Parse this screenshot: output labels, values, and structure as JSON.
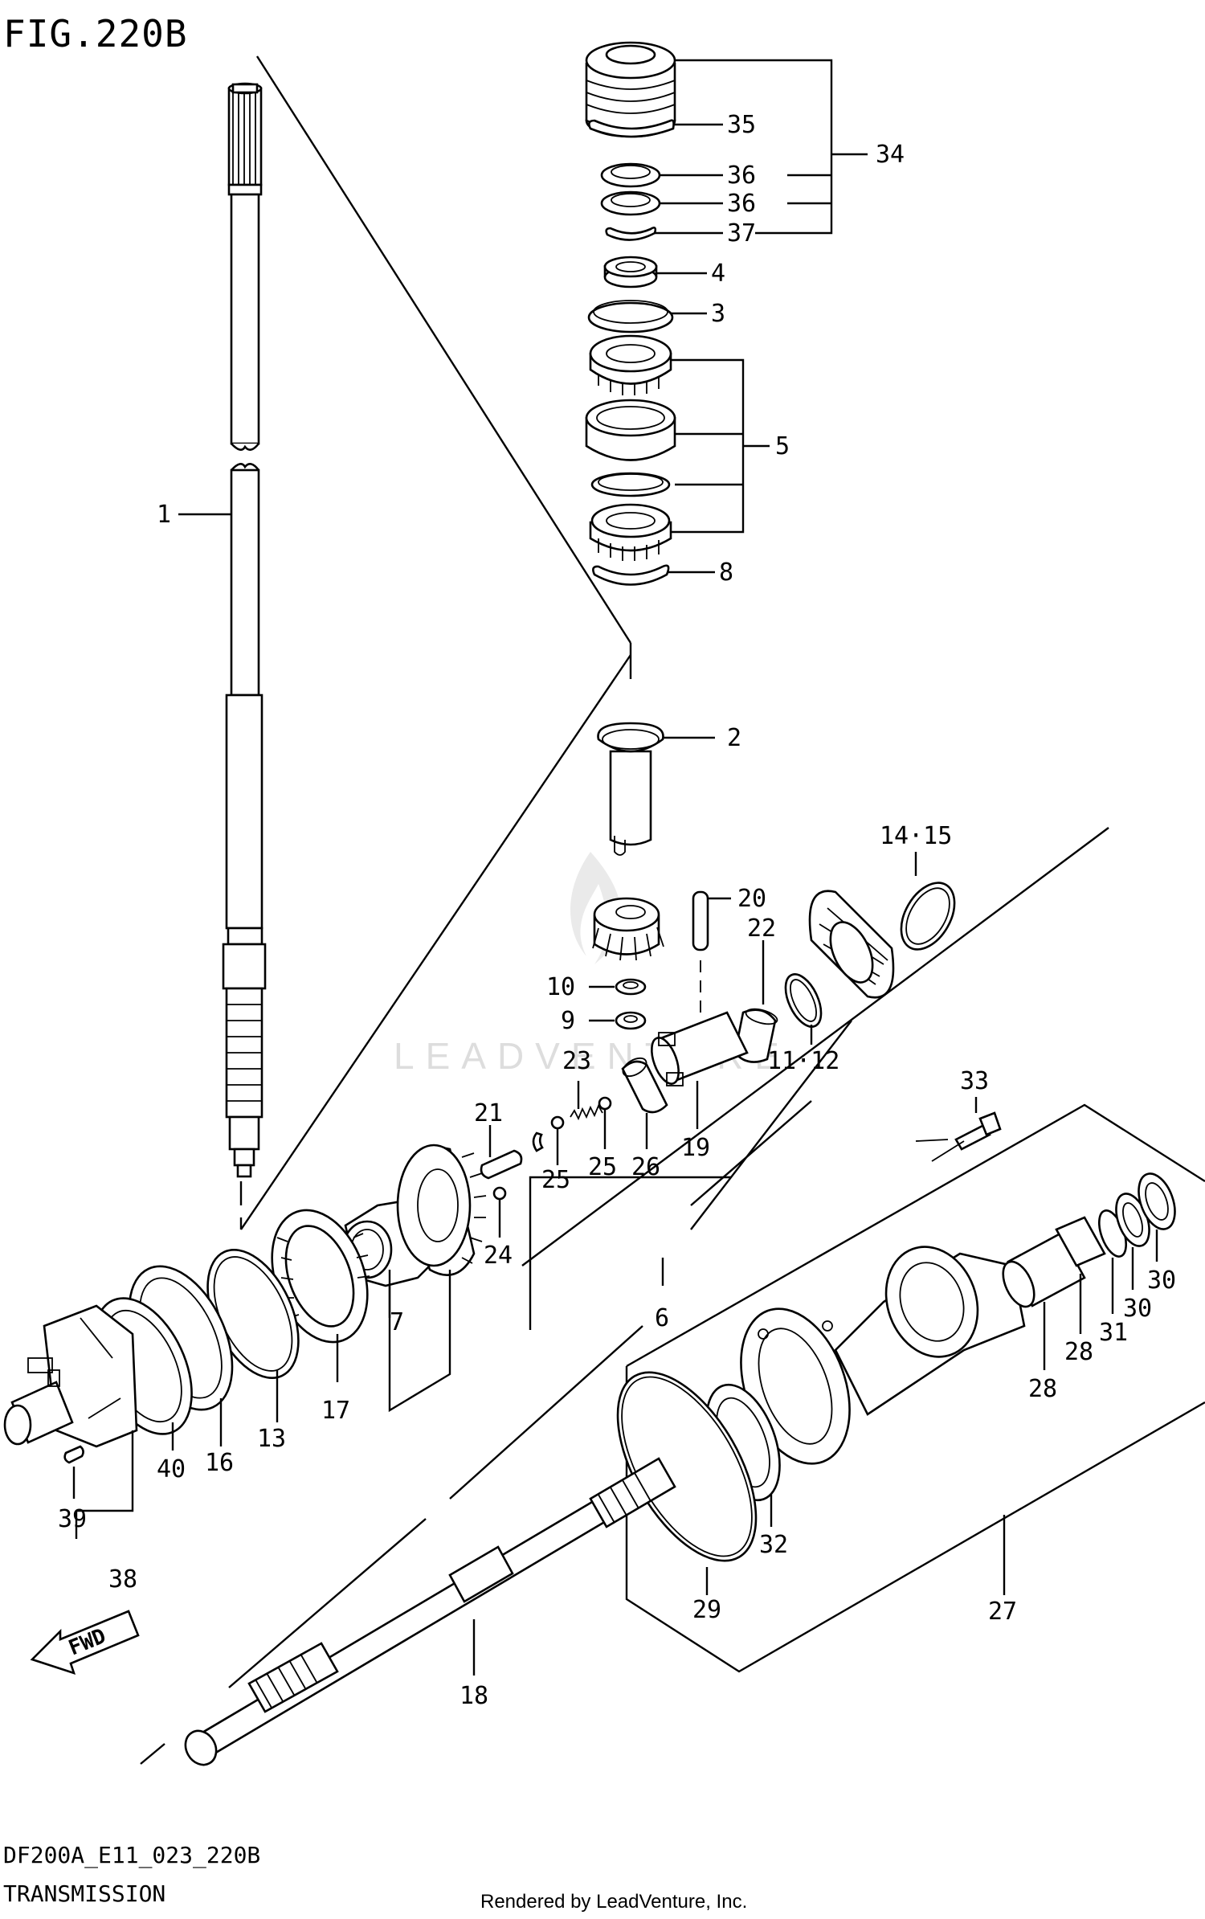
{
  "figure_title": "FIG.220B",
  "diagram_code": "DF200A_E11_023_220B",
  "section_title": "TRANSMISSION",
  "credit": "Rendered by LeadVenture, Inc.",
  "watermark": "LEADVENTURE",
  "fwd_label": "FWD",
  "callouts": [
    {
      "id": "c1",
      "text": "1"
    },
    {
      "id": "c2",
      "text": "2"
    },
    {
      "id": "c3",
      "text": "3"
    },
    {
      "id": "c4",
      "text": "4"
    },
    {
      "id": "c5",
      "text": "5"
    },
    {
      "id": "c6",
      "text": "6"
    },
    {
      "id": "c7",
      "text": "7"
    },
    {
      "id": "c8",
      "text": "8"
    },
    {
      "id": "c9",
      "text": "9"
    },
    {
      "id": "c10",
      "text": "10"
    },
    {
      "id": "c11",
      "text": "11·12"
    },
    {
      "id": "c13",
      "text": "13"
    },
    {
      "id": "c14",
      "text": "14·15"
    },
    {
      "id": "c16",
      "text": "16"
    },
    {
      "id": "c17",
      "text": "17"
    },
    {
      "id": "c18",
      "text": "18"
    },
    {
      "id": "c19",
      "text": "19"
    },
    {
      "id": "c20",
      "text": "20"
    },
    {
      "id": "c21",
      "text": "21"
    },
    {
      "id": "c22",
      "text": "22"
    },
    {
      "id": "c23",
      "text": "23"
    },
    {
      "id": "c24",
      "text": "24"
    },
    {
      "id": "c25a",
      "text": "25"
    },
    {
      "id": "c25b",
      "text": "25"
    },
    {
      "id": "c26",
      "text": "26"
    },
    {
      "id": "c27",
      "text": "27"
    },
    {
      "id": "c28a",
      "text": "28"
    },
    {
      "id": "c28b",
      "text": "28"
    },
    {
      "id": "c29",
      "text": "29"
    },
    {
      "id": "c30a",
      "text": "30"
    },
    {
      "id": "c30b",
      "text": "30"
    },
    {
      "id": "c31",
      "text": "31"
    },
    {
      "id": "c32",
      "text": "32"
    },
    {
      "id": "c33",
      "text": "33"
    },
    {
      "id": "c34",
      "text": "34"
    },
    {
      "id": "c35",
      "text": "35"
    },
    {
      "id": "c36a",
      "text": "36"
    },
    {
      "id": "c36b",
      "text": "36"
    },
    {
      "id": "c37",
      "text": "37"
    },
    {
      "id": "c38",
      "text": "38"
    },
    {
      "id": "c39",
      "text": "39"
    },
    {
      "id": "c40",
      "text": "40"
    }
  ]
}
